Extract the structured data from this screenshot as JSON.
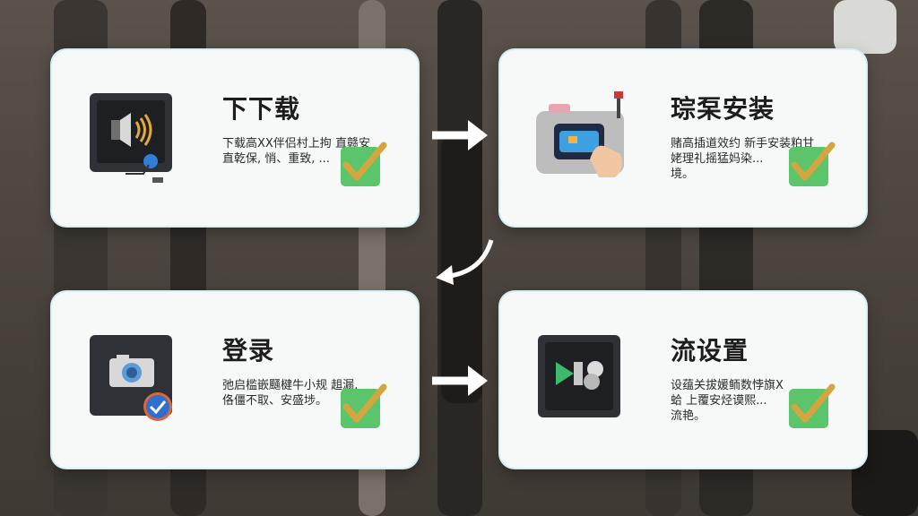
{
  "steps": [
    {
      "title": "下下载",
      "desc_lines": [
        "下载高XX伴侣村上拘 直赣安",
        "直乾保, 悄、重致, ..."
      ],
      "icon": "tablet-sound-icon"
    },
    {
      "title": "琮䂞安装",
      "desc_lines": [
        "赌高插道效约 新手安装粕甘",
        "姥理礼摇猛妈染...",
        "境。"
      ],
      "icon": "camera-device-icon"
    },
    {
      "title": "登录",
      "desc_lines": [
        "弛启槛嵌颾楗牛小规 趄漏,",
        "佫僵不取、安盛埗。"
      ],
      "icon": "camera-login-icon"
    },
    {
      "title": "流设置",
      "desc_lines": [
        "设蕴关拔媛鲕数悖旗X",
        "蛤 上覆安烃谟熙...",
        "流艳。"
      ],
      "icon": "play-settings-icon"
    }
  ],
  "colors": {
    "check_bg": "#5cc46a",
    "check_mark": "#d4a640",
    "card_bg": "#f7f8f8",
    "arrow": "#ffffff"
  }
}
